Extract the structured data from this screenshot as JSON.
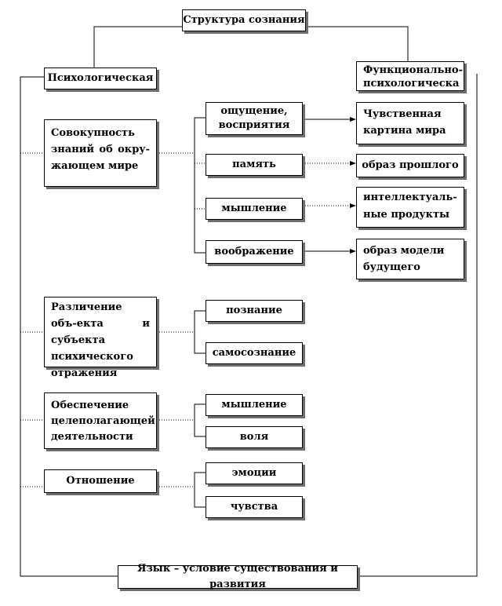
{
  "diagram": {
    "title": "Структура сознания",
    "left_header": "Психологическая",
    "right_header": "Функционально-психологическа",
    "left_items": [
      "Совокупность знаний об окру-жающем мире",
      "Различение объ-екта и субъекта психического отражения",
      "Обеспечение целеполагающей деятельности",
      "Отношение"
    ],
    "middle_items": [
      "ощущение, восприятия",
      "память",
      "мышление",
      "воображение",
      "познание",
      "самосознание",
      "мышление",
      "воля",
      "эмоции",
      "чувства"
    ],
    "right_items": [
      "Чувственная картина мира",
      "образ прошлого",
      "интеллектуаль-ные продукты",
      "образ модели будущего"
    ],
    "footer": "Язык – условие существования и развития"
  }
}
